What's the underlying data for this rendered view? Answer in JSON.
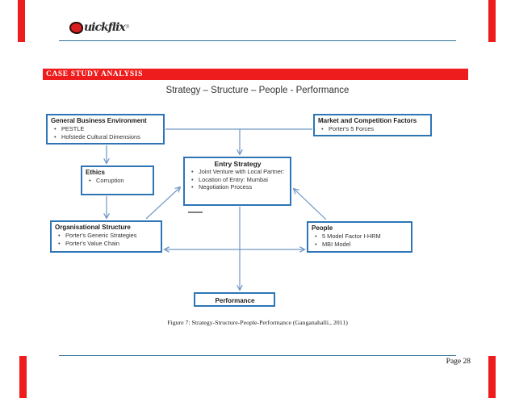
{
  "header": {
    "brand": "Quickflix",
    "brand_suffix": "uickflix",
    "trademark": "®",
    "banner": "CASE STUDY ANALYSIS",
    "title": "Strategy – Structure – People - Performance"
  },
  "diagram": {
    "boxes": [
      {
        "id": "general-business-environment",
        "title": "General Business Environment",
        "bullets": [
          "PESTLE",
          "Hofstede Cultural Dimensions"
        ]
      },
      {
        "id": "market-and-competition-factors",
        "title": "Market and Competition Factors",
        "bullets": [
          "Porter's 5 Forces"
        ]
      },
      {
        "id": "ethics",
        "title": "Ethics",
        "bullets": [
          "Corruption"
        ]
      },
      {
        "id": "entry-strategy",
        "title": "Entry Strategy",
        "bullets": [
          "Joint Venture with Local Partner:",
          "Location of Entry: Mumbai",
          "Negotiation Process"
        ]
      },
      {
        "id": "organisational-structure",
        "title": "Organisational Structure",
        "bullets": [
          "Porter's Generic Strategies",
          "Porter's Value Chain"
        ]
      },
      {
        "id": "people",
        "title": "People",
        "bullets": [
          "5 Model Factor I-HRM",
          "MBI Model"
        ]
      },
      {
        "id": "performance",
        "title": "Performance",
        "bullets": []
      }
    ],
    "caption": "Figure 7: Strategy-Structure-People-Performance (Ganganahalli., 2011)"
  },
  "footer": {
    "page_number": "Page 28"
  },
  "colors": {
    "accent_red": "#ee1c1c",
    "box_border_blue": "#2e75b6",
    "arrow_blue": "#7096c4",
    "rule_blue": "#2f6f96"
  }
}
